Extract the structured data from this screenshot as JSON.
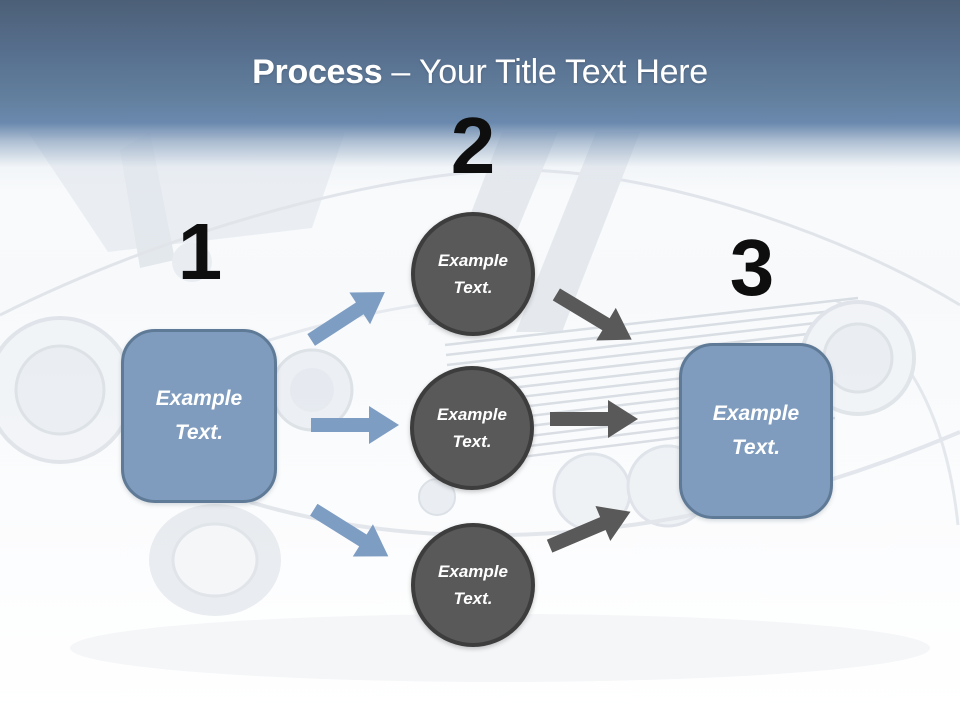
{
  "slide": {
    "title": {
      "emphasis": "Process",
      "separator": "–",
      "rest": "Your Title Text Here"
    },
    "background": {
      "description": "faded classic muscle car photo"
    }
  },
  "process": {
    "step_numbers": [
      "1",
      "2",
      "3"
    ],
    "left_box": {
      "label": "Example Text."
    },
    "circles": [
      {
        "label": "Example Text."
      },
      {
        "label": "Example Text."
      },
      {
        "label": "Example Text."
      }
    ],
    "right_box": {
      "label": "Example Text."
    }
  },
  "colors": {
    "header_top": "#4c5f77",
    "header_bottom": "#6a89ae",
    "box_blue": "#7f9cbe",
    "box_border": "#5f7a96",
    "circle_gray": "#595959",
    "circle_border": "#3d3d3d",
    "arrow_blue": "#7e9dc3",
    "arrow_gray": "#595959",
    "number_black": "#0e0e0e",
    "title_white": "#ffffff"
  }
}
